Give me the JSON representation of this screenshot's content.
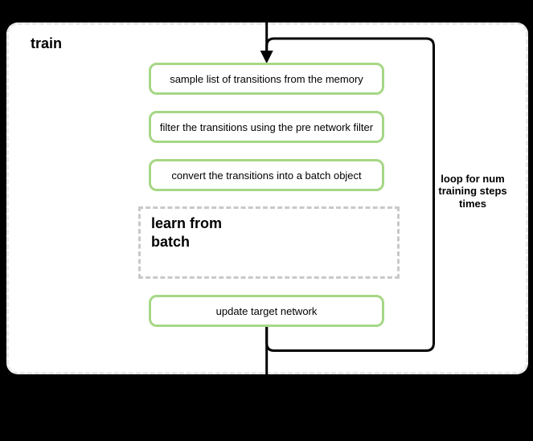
{
  "diagram": {
    "partition_title": "train",
    "activities": [
      {
        "label": "sample list of transitions from the memory"
      },
      {
        "label": "filter the transitions using the pre network filter"
      },
      {
        "label": "convert the transitions into a batch object"
      },
      {
        "label": "update target network"
      }
    ],
    "group_box": {
      "label": "learn from\nbatch"
    },
    "loop_annotation": "loop for num\ntraining steps\ntimes",
    "colors": {
      "background": "#000000",
      "fill": "#ffffff",
      "container_border": "#e8e8e8",
      "activity_border": "#a6d785",
      "group_border": "#c9c9c9",
      "line": "#000000",
      "text": "#000000"
    }
  }
}
